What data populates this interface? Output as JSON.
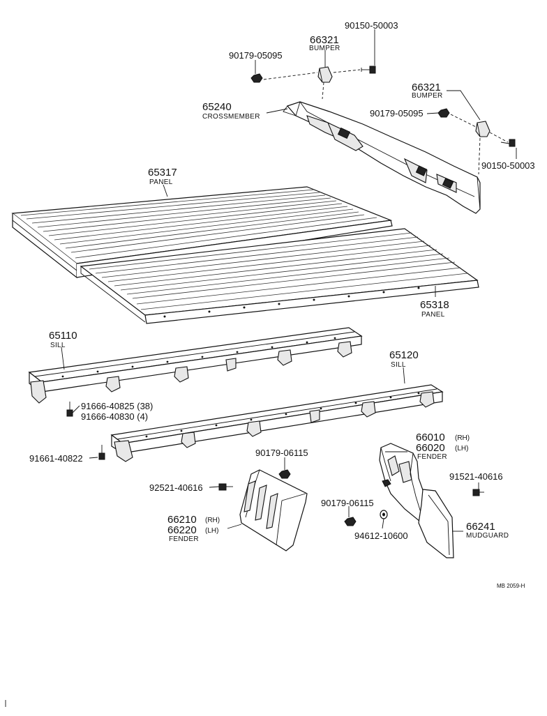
{
  "diagram": {
    "callouts": {
      "c65317": {
        "number": "65317",
        "name": "PANEL"
      },
      "c65318": {
        "number": "65318",
        "name": "PANEL"
      },
      "c65240": {
        "number": "65240",
        "name": "CROSSMEMBER"
      },
      "c66321a": {
        "number": "66321",
        "name": "BUMPER"
      },
      "c66321b": {
        "number": "66321",
        "name": "BUMPER"
      },
      "c90150a": {
        "number": "90150-50003"
      },
      "c90150b": {
        "number": "90150-50003"
      },
      "c90179a": {
        "number": "90179-05095"
      },
      "c90179b": {
        "number": "90179-05095"
      },
      "c65110": {
        "number": "65110",
        "name": "SILL"
      },
      "c65120": {
        "number": "65120",
        "name": "SILL"
      },
      "c91666a": {
        "number": "91666-40825 (38)"
      },
      "c91666b": {
        "number": "91666-40830 (4)"
      },
      "c91661": {
        "number": "91661-40822"
      },
      "c90179c": {
        "number": "90179-06115"
      },
      "c90179d": {
        "number": "90179-06115"
      },
      "c92521": {
        "number": "92521-40616"
      },
      "c91521": {
        "number": "91521-40616"
      },
      "c66210": {
        "number1": "66210",
        "side1": "(RH)",
        "number2": "66220",
        "side2": "(LH)",
        "name": "FENDER"
      },
      "c66010": {
        "number1": "66010",
        "side1": "(RH)",
        "number2": "66020",
        "side2": "(LH)",
        "name": "FENDER"
      },
      "c94612": {
        "number": "94612-10600"
      },
      "c66241": {
        "number": "66241",
        "name": "MUDGUARD"
      }
    },
    "footer_code": "MB  2059-H"
  },
  "icons": {
    "bolt": "bolt-icon",
    "nut": "nut-icon",
    "washer": "washer-icon",
    "bumper": "bumper-pad-icon"
  }
}
